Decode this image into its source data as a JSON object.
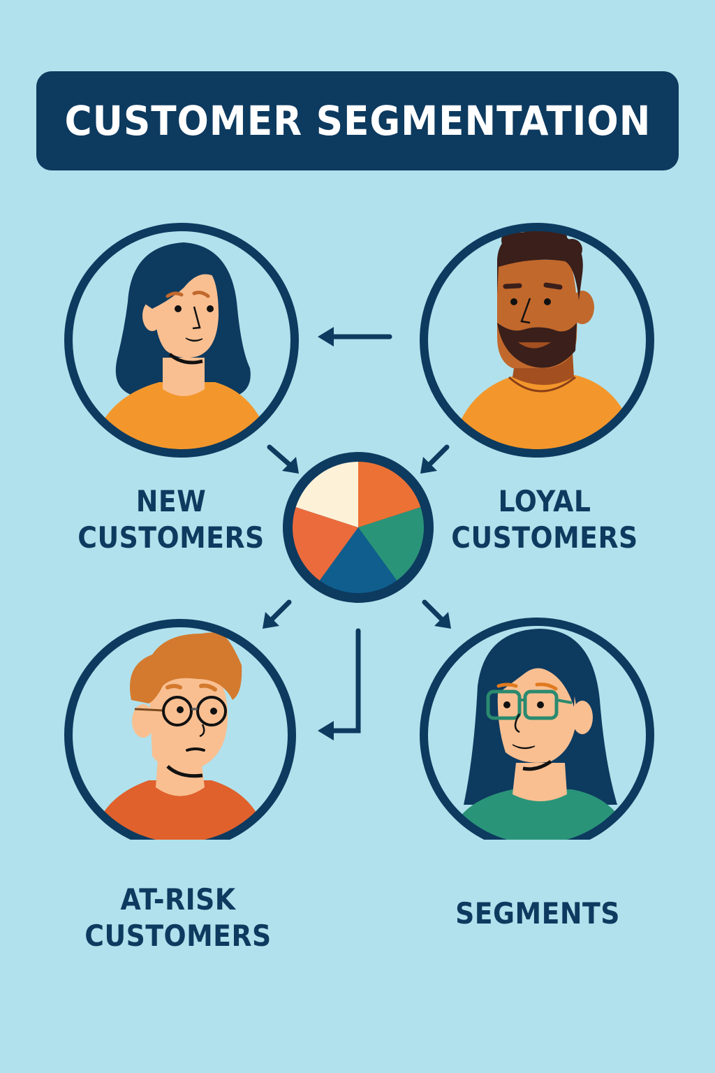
{
  "title": "CUSTOMER SEGMENTATION",
  "colors": {
    "background": "#b1e1ec",
    "navy": "#0d3a5f",
    "title_text": "#ffffff",
    "skin_light": "#f9bf91",
    "skin_dark": "#c1682c",
    "orange_shirt": "#f3972c",
    "burnt_shirt": "#e0612c",
    "green_shirt": "#2a9479"
  },
  "segments": [
    {
      "id": "new",
      "label_line1": "NEW",
      "label_line2": "CUSTOMERS",
      "icon": "woman-wavy-hair-avatar"
    },
    {
      "id": "loyal",
      "label_line1": "LOYAL",
      "label_line2": "CUSTOMERS",
      "icon": "bearded-man-avatar"
    },
    {
      "id": "at-risk",
      "label_line1": "AT-RISK",
      "label_line2": "CUSTOMERS",
      "icon": "man-round-glasses-avatar"
    },
    {
      "id": "segments",
      "label_line1": "SEGMENTS",
      "label_line2": "",
      "icon": "woman-square-glasses-avatar"
    }
  ],
  "center_pie": {
    "icon": "pie-chart-icon",
    "slices": [
      {
        "color": "#fdf1d8",
        "share": 20
      },
      {
        "color": "#ec7134",
        "share": 20
      },
      {
        "color": "#2a9479",
        "share": 20
      },
      {
        "color": "#0f5e8e",
        "share": 20
      },
      {
        "color": "#ec6b3c",
        "share": 20
      }
    ]
  },
  "arrows": [
    {
      "from": "loyal",
      "to": "new",
      "direction": "left"
    },
    {
      "from": "new",
      "to": "pie",
      "direction": "down-right"
    },
    {
      "from": "loyal",
      "to": "pie",
      "direction": "down-left"
    },
    {
      "from": "pie",
      "to": "at-risk",
      "direction": "down-left"
    },
    {
      "from": "pie",
      "to": "segments",
      "direction": "down-right"
    },
    {
      "from": "pie",
      "to": "at-risk",
      "direction": "down-then-left"
    }
  ]
}
